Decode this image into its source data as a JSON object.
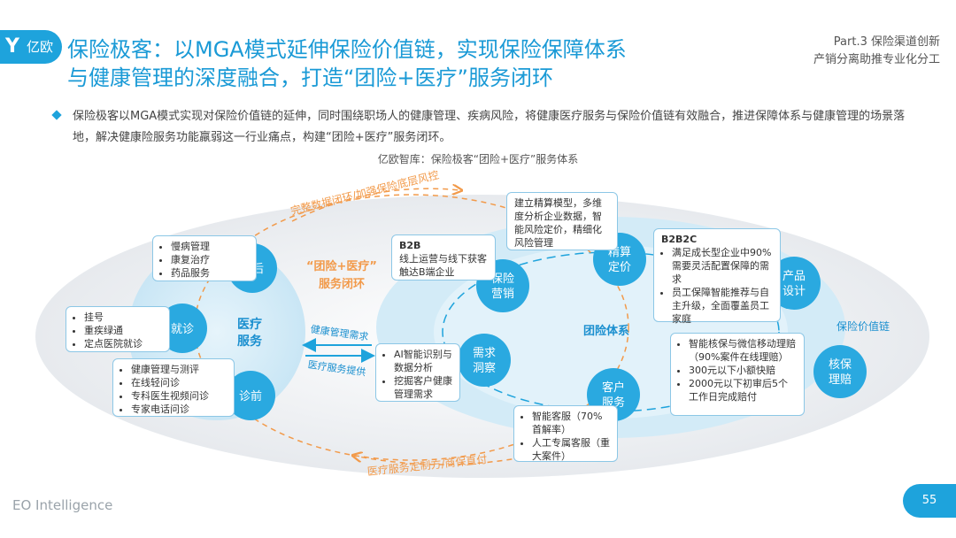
{
  "logo": {
    "mark": "Y",
    "text": "亿欧"
  },
  "title": {
    "line1": "保险极客：以MGA模式延伸保险价值链，实现保险保障体系",
    "line2": "与健康管理的深度融合，打造“团险+医疗”服务闭环"
  },
  "part": {
    "line1": "Part.3 保险渠道创新",
    "line2": "产销分离助推专业化分工"
  },
  "bullet": "保险极客以MGA模式实现对保险价值链的延伸，同时围绕职场人的健康管理、疾病风险，将健康医疗服务与保险价值链有效融合，推进保障体系与健康管理的场景落地，解决健康险服务功能羸弱这一行业痛点，构建“团险+医疗”服务闭环。",
  "caption": "亿欧智库：保险极客“团险+医疗”服务体系",
  "diagram": {
    "center_label": [
      "“团险+医疗”",
      "服务闭环"
    ],
    "medical_label": [
      "医疗",
      "服务"
    ],
    "group_label": "团险体系",
    "chain_label": "保险价值链",
    "arc_top": "完整数据闭环/加强保险底层风控",
    "arc_bottom": "医疗服务定制方/商保直付",
    "arrow_health": "健康管理需求",
    "arrow_medical": "医疗服务提供",
    "nodes": {
      "zhenhou": "诊后",
      "jiuzhen": "就诊",
      "zhenqian": "诊前",
      "baoxian": [
        "保险",
        "营销"
      ],
      "jingsuan": [
        "精算",
        "定价"
      ],
      "chanpin": [
        "产品",
        "设计"
      ],
      "xuqiu": [
        "需求",
        "洞察"
      ],
      "kehu": [
        "客户",
        "服务"
      ],
      "hebao": [
        "核保",
        "理赔"
      ]
    },
    "boxes": {
      "zhenhou": [
        "慢病管理",
        "康复治疗",
        "药品服务"
      ],
      "jiuzhen": [
        "挂号",
        "重疾绿通",
        "定点医院就诊"
      ],
      "zhenqian": [
        "健康管理与测评",
        "在线轻问诊",
        "专科医生视频问诊",
        "专家电话问诊"
      ],
      "b2b": {
        "head": "B2B",
        "text": "线上运营与线下获客触达B端企业"
      },
      "jingsuan": "建立精算模型，多维度分析企业数据，智能风险定价，精细化风险管理",
      "b2b2c": {
        "head": "B2B2C",
        "items": [
          "满足成长型企业中90%需要灵活配置保障的需求",
          "员工保障智能推荐与自主升级，全面覆盖员工家庭"
        ]
      },
      "xuqiu": [
        "AI智能识别与数据分析",
        "挖掘客户健康管理需求"
      ],
      "hebao": [
        "智能核保与微信移动理赔（90%案件在线理赔）",
        "300元以下小额快赔",
        "2000元以下初审后5个工作日完成赔付"
      ],
      "kehu": [
        "智能客服（70%首解率）",
        "人工专属客服（重大案件）"
      ]
    }
  },
  "footer": "EO Intelligence",
  "page": "55",
  "colors": {
    "accent": "#1ea3dc",
    "orange": "#f29a4a",
    "node": "#2aa9e0"
  }
}
